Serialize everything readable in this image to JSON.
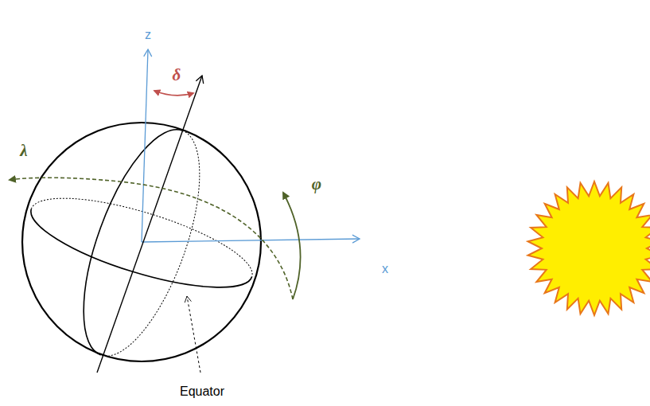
{
  "diagram": {
    "labels": [
      "z",
      "δ",
      "x",
      "λ",
      "φ",
      "Equator"
    ]
  }
}
